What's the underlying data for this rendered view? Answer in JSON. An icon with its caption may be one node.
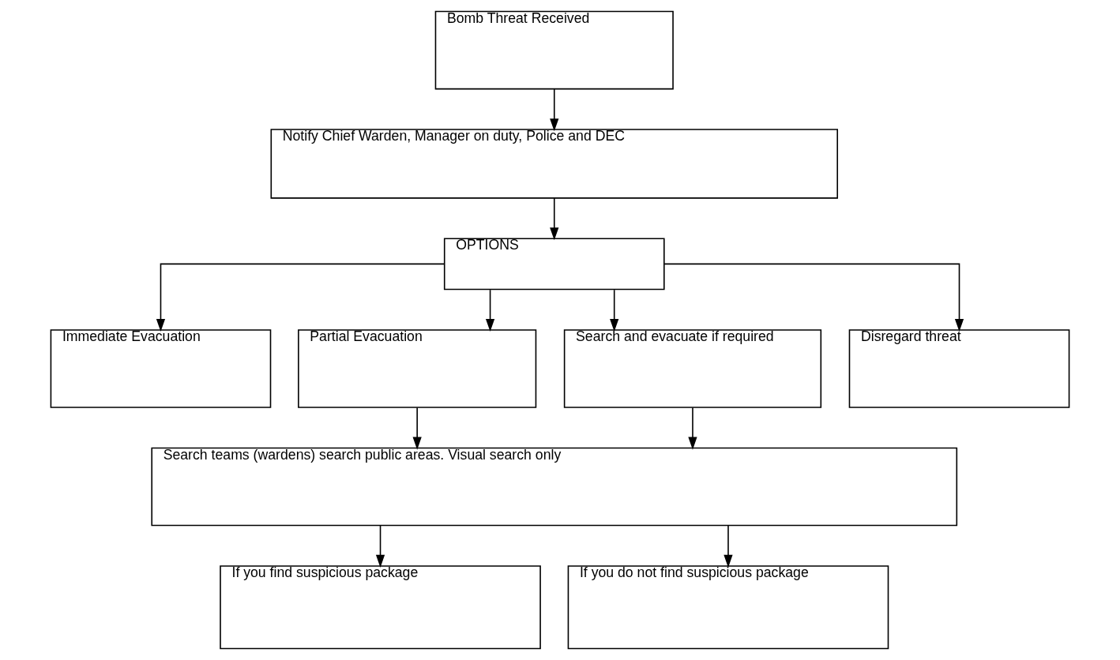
{
  "diagram": {
    "nodes": [
      {
        "text": [
          "Bomb Threat Received"
        ]
      },
      {
        "text": [
          "Notify Chief Warden, Manager on duty, Police and DEC"
        ]
      },
      {
        "text": [
          "OPTIONS"
        ]
      },
      {
        "text": [
          "Immediate Evacuation"
        ]
      },
      {
        "text": [
          "Partial Evacuation"
        ]
      },
      {
        "text": [
          "Search and evacuate if required"
        ]
      },
      {
        "text": [
          "Disregard threat"
        ]
      },
      {
        "text": [
          "Search teams (wardens) search public areas. Visual search only"
        ]
      },
      {
        "text": [
          "If you find suspicious package"
        ]
      },
      {
        "text": [
          "If you do not find suspicious package"
        ]
      }
    ],
    "edges": [
      {
        "from": 0,
        "to": 1,
        "arrow": "to"
      },
      {
        "from": 1,
        "to": 2,
        "arrow": "to"
      },
      {
        "from": 2,
        "to": 3,
        "arrow": "to"
      },
      {
        "from": 2,
        "to": 4,
        "arrow": "to"
      },
      {
        "from": 2,
        "to": 5,
        "arrow": "to"
      },
      {
        "from": 2,
        "to": 6,
        "arrow": "to"
      },
      {
        "from": 4,
        "to": 7,
        "arrow": "to"
      },
      {
        "from": 5,
        "to": 7,
        "arrow": "to"
      },
      {
        "from": 7,
        "to": 8,
        "arrow": "to"
      },
      {
        "from": 7,
        "to": 9,
        "arrow": "to"
      }
    ]
  }
}
